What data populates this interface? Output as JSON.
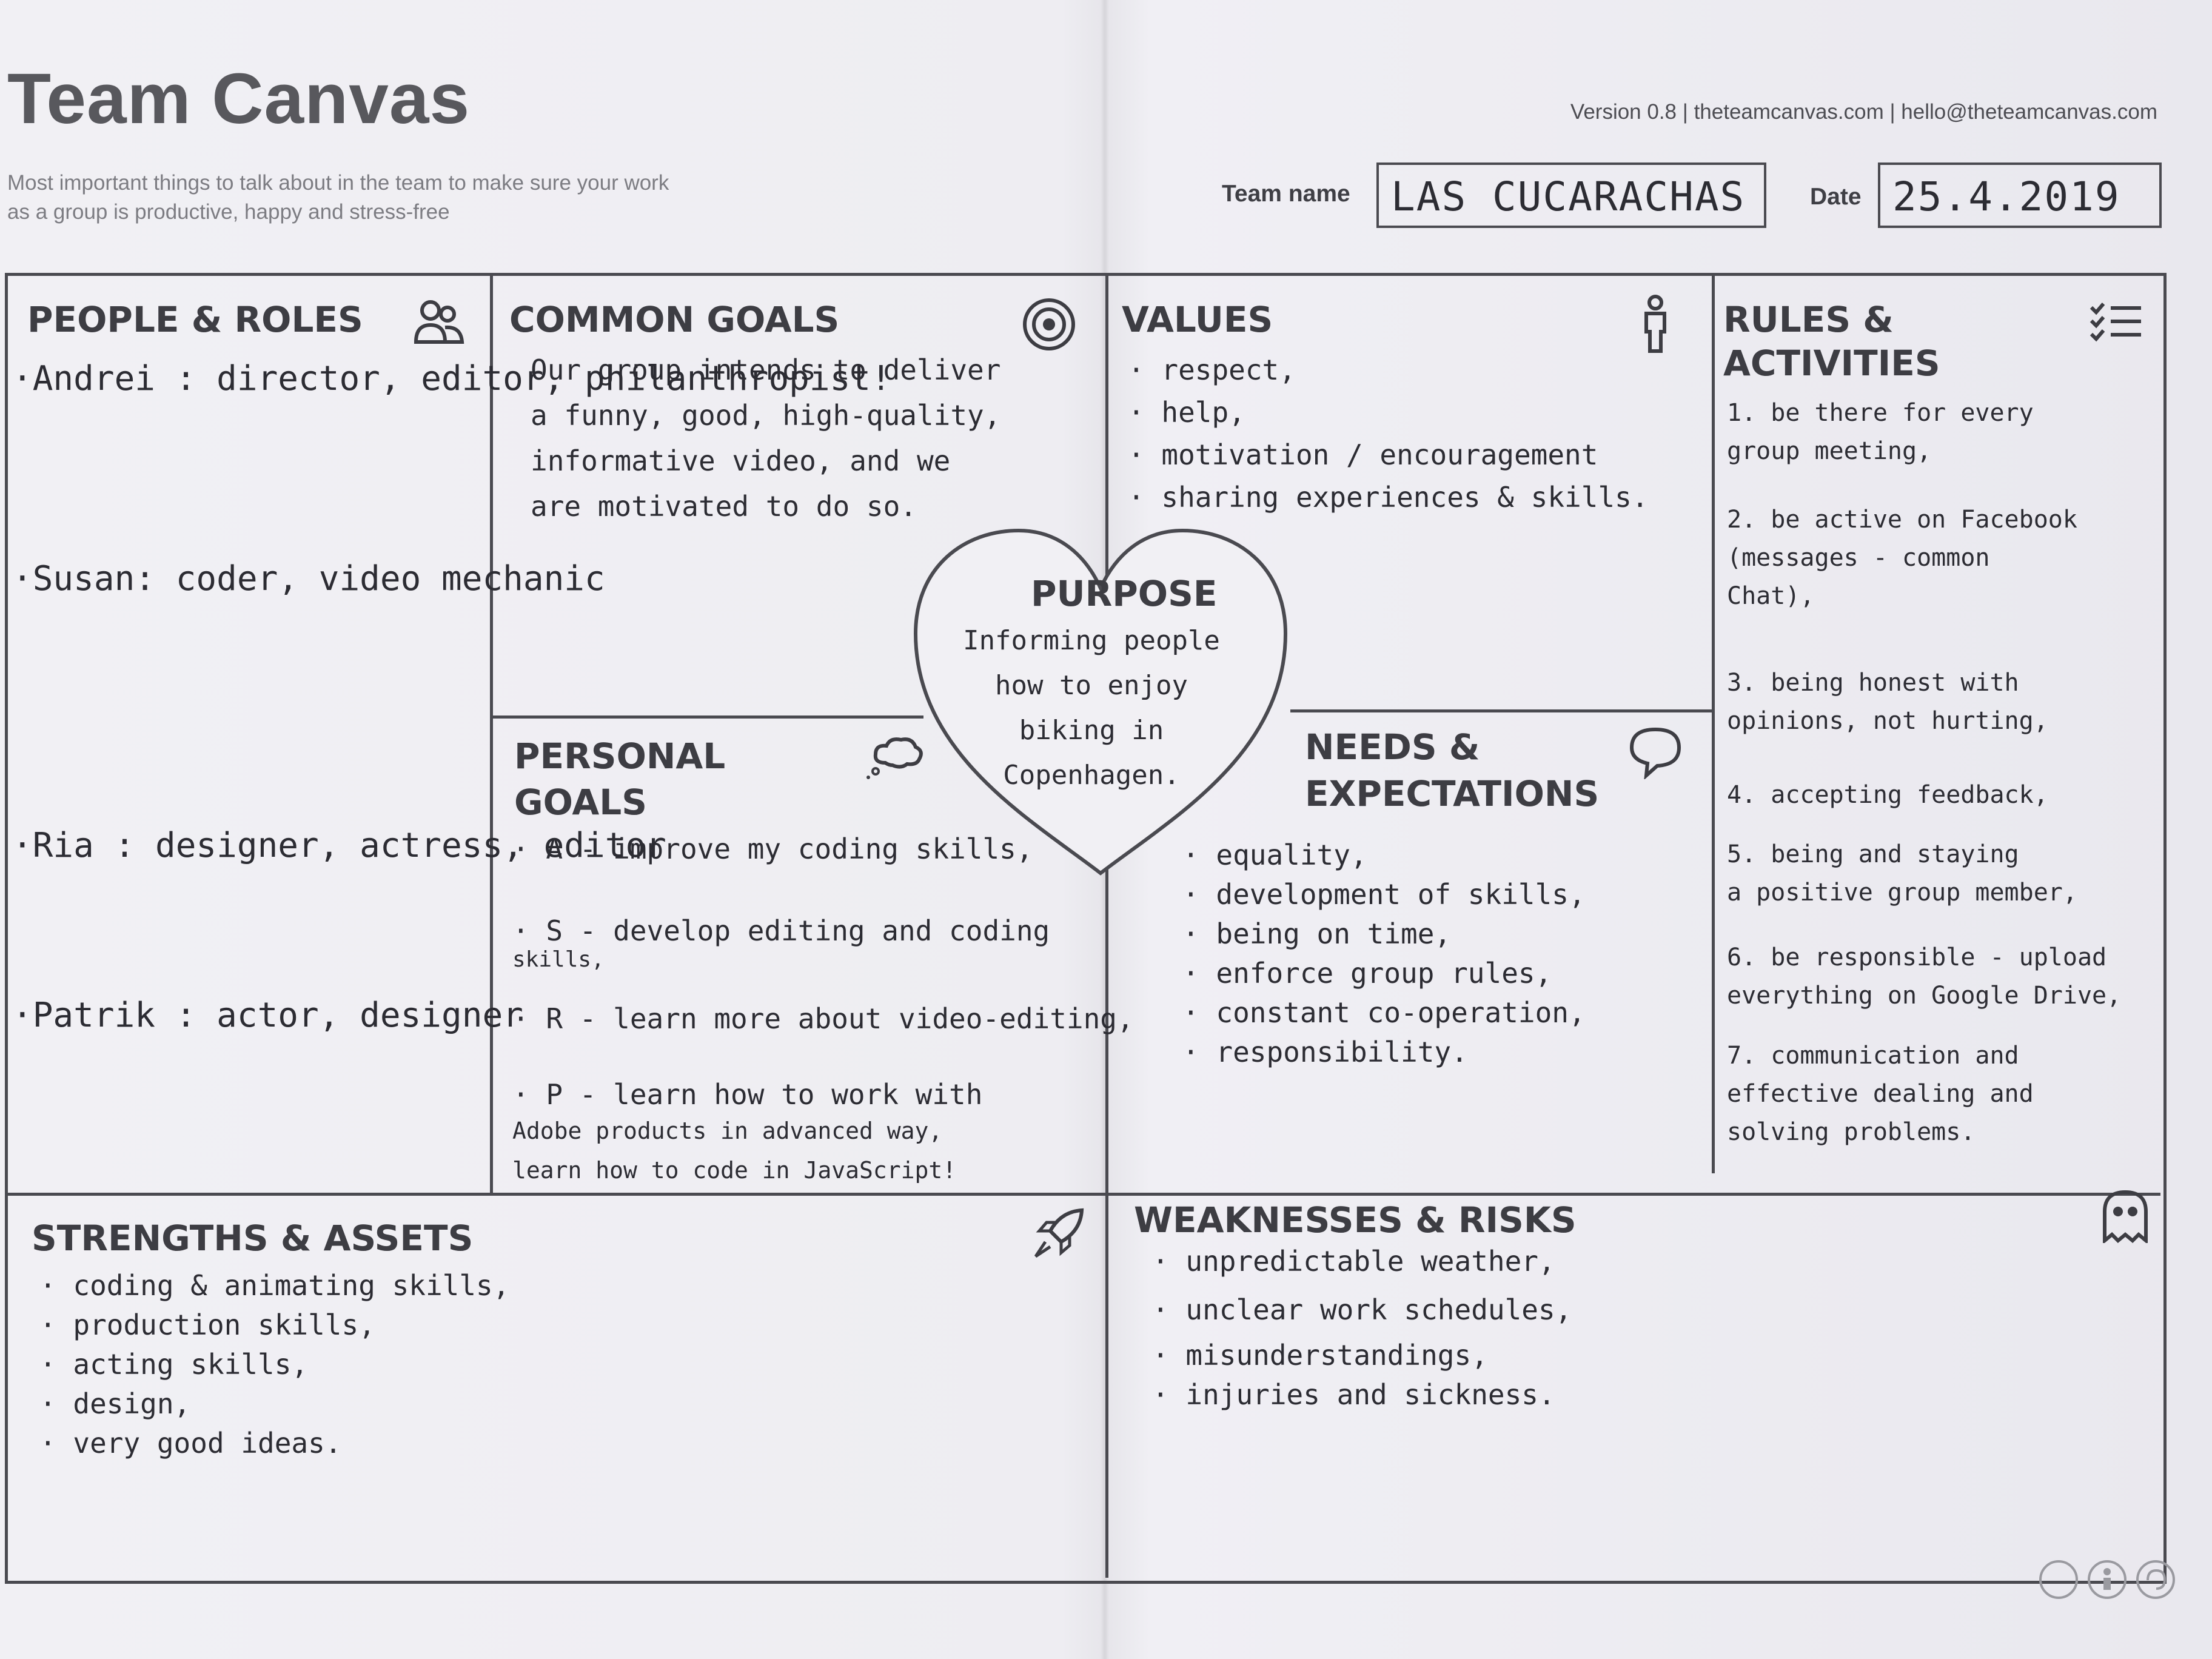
{
  "header": {
    "title": "Team Canvas",
    "subtitle": "Most important things to talk about in the team to make sure your work as a group is productive, happy and stress-free",
    "meta": "Version 0.8  |  theteamcanvas.com  |  hello@theteamcanvas.com",
    "team_name_label": "Team name",
    "team_name_value": "LAS CUCARACHAS",
    "date_label": "Date",
    "date_value": "25.4.2019"
  },
  "sections": {
    "people_roles": {
      "title": "PEOPLE & ROLES",
      "icon": "people-icon",
      "entries": [
        "·Andrei : director, editor, philanthropist!",
        "·Susan: coder, video mechanic",
        "·Ria : designer, actress, editor",
        "·Patrik : actor, designer"
      ]
    },
    "common_goals": {
      "title": "COMMON GOALS",
      "icon": "target-icon",
      "entries": [
        "Our group intends to deliver",
        "a funny, good, high-quality,",
        "informative video, and we",
        "are motivated to do so."
      ]
    },
    "values": {
      "title": "VALUES",
      "icon": "person-icon",
      "entries": [
        "· respect,",
        "· help,",
        "· motivation / encouragement",
        "· sharing experiences & skills."
      ]
    },
    "rules_activities": {
      "title_line1": "RULES &",
      "title_line2": "ACTIVITIES",
      "icon": "checklist-icon",
      "entries": [
        "1. be there for every",
        "   group meeting,",
        "2. be active on Facebook",
        "   (messages - common",
        "   Chat),",
        "3. being honest with",
        "   opinions, not hurting,",
        "4. accepting feedback,",
        "5. being and staying",
        "   a positive group member,",
        "6. be responsible - upload",
        "   everything on Google Drive,",
        "7. communication and",
        "   effective dealing and",
        "   solving problems."
      ]
    },
    "purpose": {
      "title": "PURPOSE",
      "text": "Informing people\nhow to enjoy\nbiking in\nCopenhagen."
    },
    "personal_goals": {
      "title_line1": "PERSONAL",
      "title_line2": "GOALS",
      "icon": "thought-bubble-icon",
      "entries": [
        "· A - improve my coding skills,",
        "· S - develop editing and coding",
        "       skills,",
        "· R - learn more about video-editing,",
        "· P - learn how to work with",
        "   Adobe products in advanced way,",
        "   learn how to code in JavaScript!"
      ]
    },
    "needs_expectations": {
      "title_line1": "NEEDS &",
      "title_line2": "EXPECTATIONS",
      "icon": "speech-bubble-icon",
      "entries": [
        "· equality,",
        "· development of skills,",
        "· being on time,",
        "· enforce group rules,",
        "· constant co-operation,",
        "· responsibility."
      ]
    },
    "strengths_assets": {
      "title": "STRENGTHS & ASSETS",
      "icon": "rocket-icon",
      "entries": [
        "· coding & animating skills,",
        "· production skills,",
        "· acting skills,",
        "· design,",
        "· very good ideas."
      ]
    },
    "weaknesses_risks": {
      "title": "WEAKNESSES & RISKS",
      "icon": "ghost-icon",
      "entries": [
        "· unpredictable weather,",
        "· unclear work schedules,",
        "· misunderstandings,",
        "· injuries and sickness."
      ]
    }
  },
  "license_icons": [
    "cc-icon",
    "attribution-icon",
    "share-alike-icon"
  ]
}
